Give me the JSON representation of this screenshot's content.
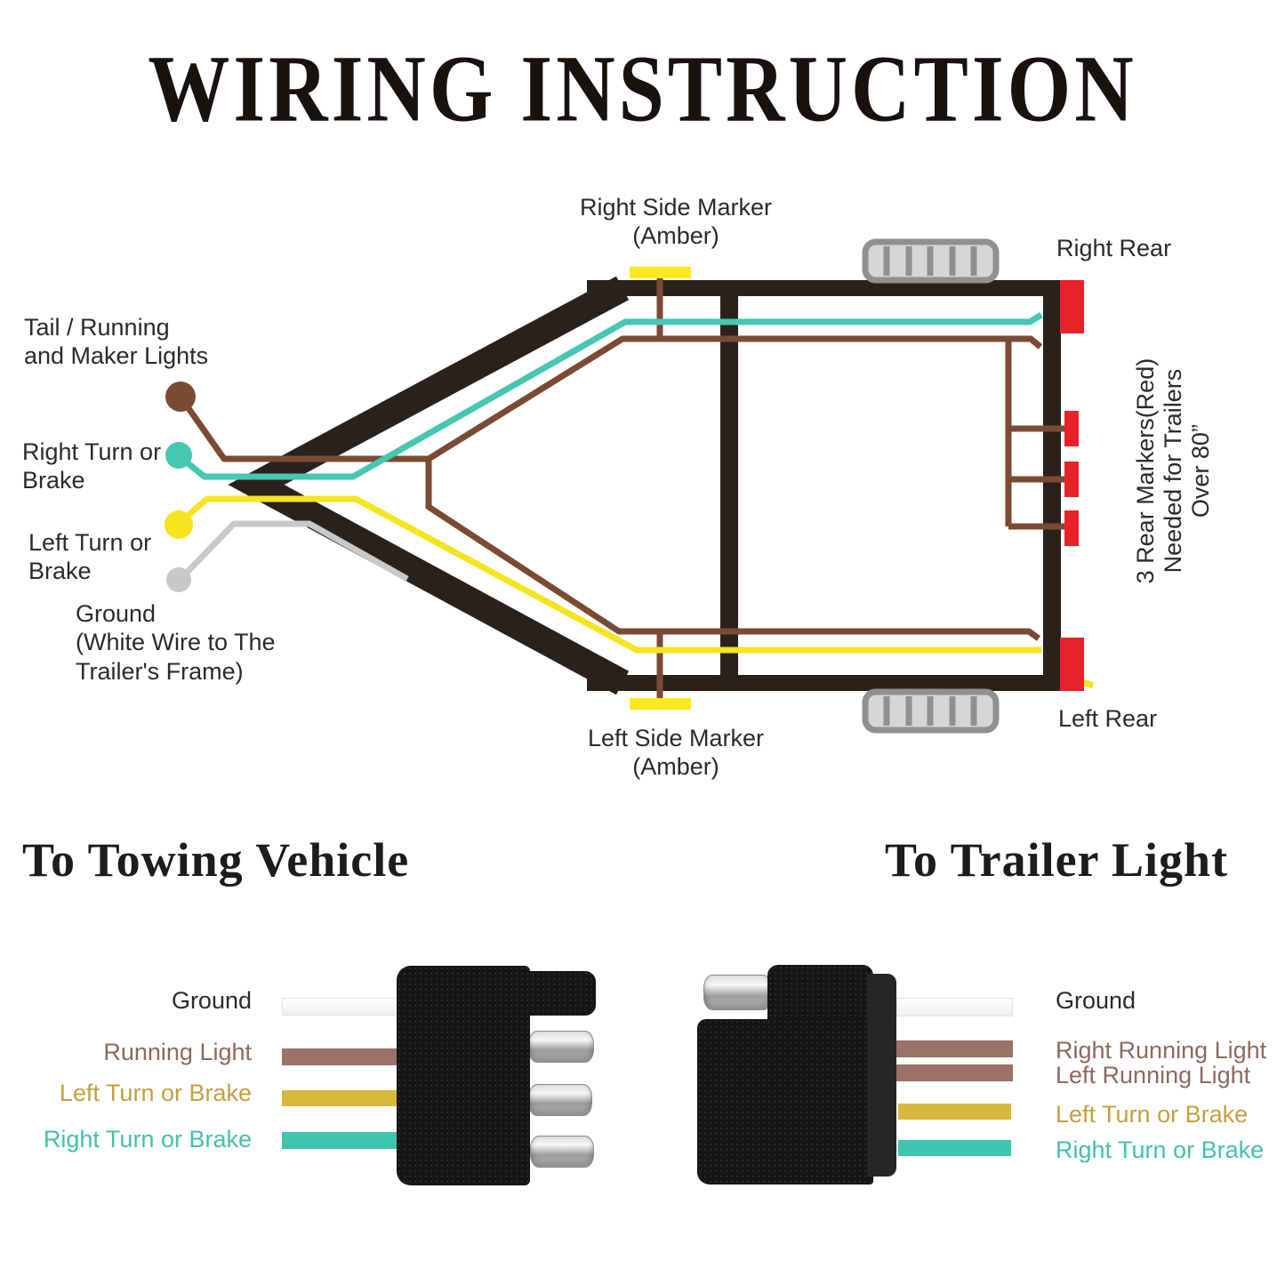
{
  "title": "WIRING INSTRUCTION",
  "colors": {
    "frame": "#2b211c",
    "wire_brown": "#7b4a33",
    "wire_teal": "#45c7b2",
    "wire_yellow": "#f6e41e",
    "wire_ground": "#c8c8c8",
    "marker_amber": "#ffe81e",
    "light_red": "#e8222a",
    "wheel_fill": "#d6d6d6",
    "wheel_border": "#909090",
    "plug_wire_white": "#fafafa",
    "plug_wire_brown": "#9a7268",
    "plug_wire_yellow": "#d8b83c",
    "plug_wire_teal": "#3fc4b0"
  },
  "diagram": {
    "right_side_marker_line1": "Right Side Marker",
    "right_side_marker_line2": "(Amber)",
    "right_rear": "Right Rear",
    "tail_running_line1": "Tail / Running",
    "tail_running_line2": "and Maker Lights",
    "right_turn_line1": "Right Turn or",
    "right_turn_line2": "Brake",
    "left_turn_line1": "Left Turn or",
    "left_turn_line2": "Brake",
    "ground_line1": "Ground",
    "ground_line2": "(White Wire to The",
    "ground_line3": "Trailer's Frame)",
    "rear_markers_line1": "3 Rear Markers(Red)",
    "rear_markers_line2": "Needed for Trailers",
    "rear_markers_line3": "Over  80”",
    "left_side_marker_line1": "Left Side Marker",
    "left_side_marker_line2": "(Amber)",
    "left_rear": "Left Rear"
  },
  "towing_connector": {
    "heading": "To Towing Vehicle",
    "label_ground": "Ground",
    "label_running": "Running Light",
    "label_left_turn": "Left Turn or Brake",
    "label_right_turn": "Right Turn or Brake"
  },
  "trailer_connector": {
    "heading": "To Trailer Light",
    "label_ground": "Ground",
    "label_right_running": "Right Running Light",
    "label_left_running": "Left Running Light",
    "label_left_turn": "Left Turn or Brake",
    "label_right_turn": "Right Turn or Brake"
  }
}
